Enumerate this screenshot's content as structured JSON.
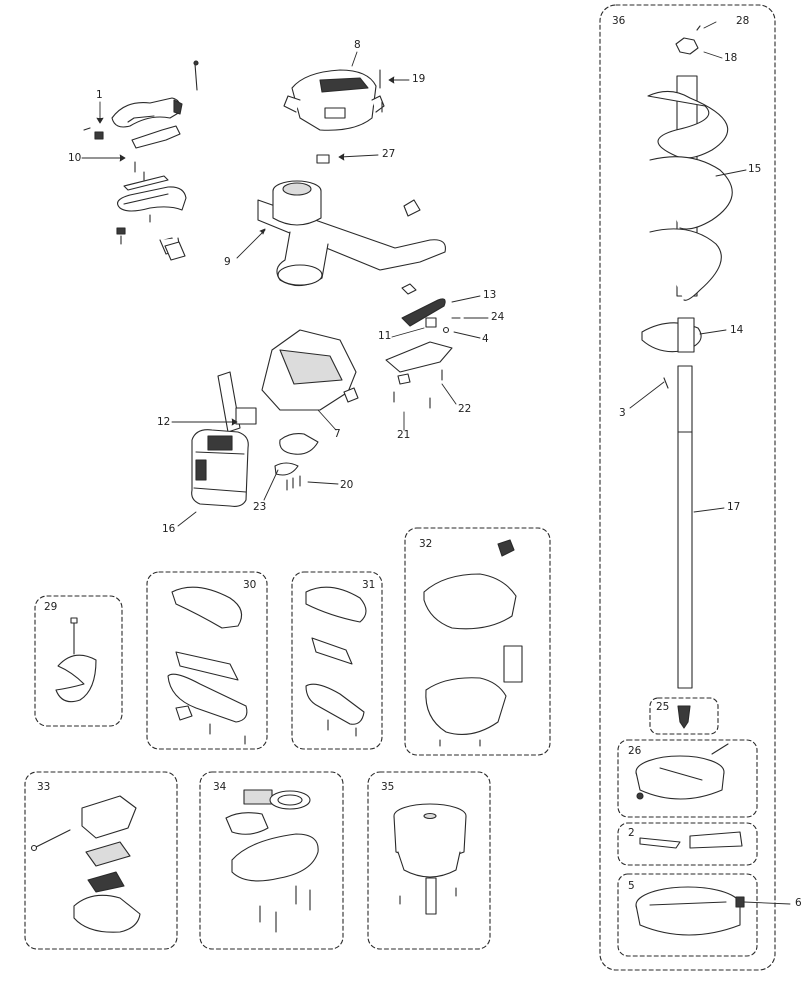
{
  "callouts": {
    "n1": "1",
    "n2": "2",
    "n3": "3",
    "n4": "4",
    "n5": "5",
    "n6": "6",
    "n7": "7",
    "n8": "8",
    "n9": "9",
    "n10": "10",
    "n11": "11",
    "n12": "12",
    "n13": "13",
    "n14": "14",
    "n15": "15",
    "n16": "16",
    "n17": "17",
    "n18": "18",
    "n19": "19",
    "n20": "20",
    "n21": "21",
    "n22": "22",
    "n23": "23",
    "n24": "24",
    "n25": "25",
    "n26": "26",
    "n27": "27",
    "n28": "28",
    "n29": "29",
    "n30": "30",
    "n31": "31",
    "n32": "32",
    "n33": "33",
    "n34": "34",
    "n35": "35",
    "n36": "36"
  },
  "colors": {
    "line": "#2a2a2a",
    "fill_light": "#ffffff",
    "fill_mid": "#dcdcdc",
    "fill_dark": "#3a3a3a"
  }
}
